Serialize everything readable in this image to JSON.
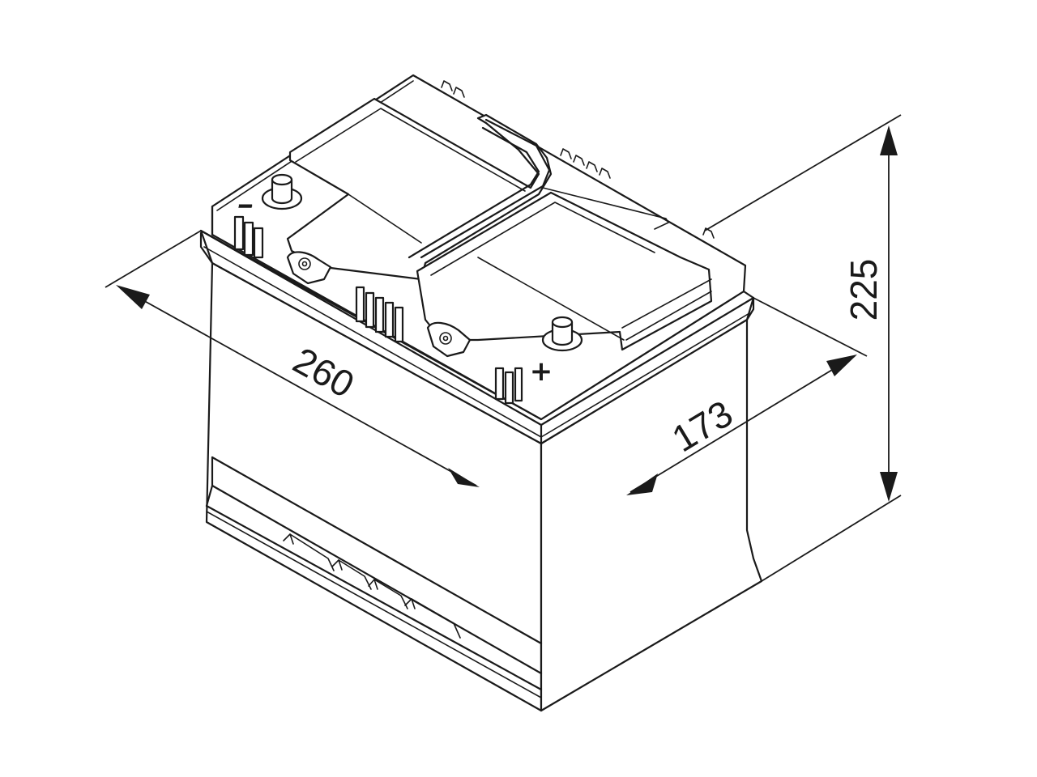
{
  "dimensions": {
    "length": "260",
    "width": "173",
    "height": "225"
  },
  "terminals": {
    "negative_symbol": "−",
    "positive_symbol": "+"
  }
}
